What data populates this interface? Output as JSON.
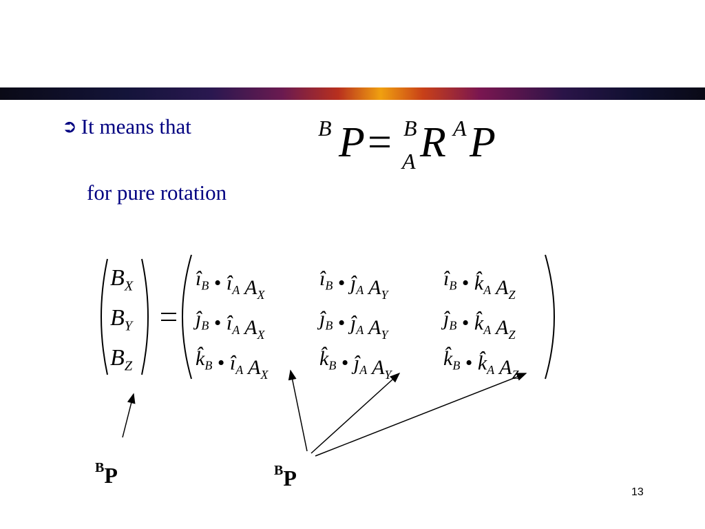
{
  "slide": {
    "bullet_icon": "➲",
    "line1": "It means that",
    "line2": "for pure rotation",
    "page_number": "13"
  },
  "equation": {
    "lhs_sup": "B",
    "lhs": "P",
    "eq": "=",
    "r_sup": "B",
    "r_sub": "A",
    "r": "R",
    "p_sup": "A",
    "p": "P"
  },
  "matrix": {
    "vector": [
      "B_X",
      "B_Y",
      "B_Z"
    ],
    "rows": [
      [
        "î_B • î_A A_X",
        "î_B • ĵ_A A_Y",
        "î_B • k̂_A A_Z"
      ],
      [
        "ĵ_B • î_A A_X",
        "ĵ_B • ĵ_A A_Y",
        "ĵ_B • k̂_A A_Z"
      ],
      [
        "k̂_B • î_A A_X",
        "k̂_B • ĵ_A A_Y",
        "k̂_B • k̂_A A_Z"
      ]
    ]
  },
  "labels": {
    "left": {
      "sup": "B",
      "main": "P"
    },
    "right": {
      "sup": "B",
      "main": "P"
    }
  }
}
